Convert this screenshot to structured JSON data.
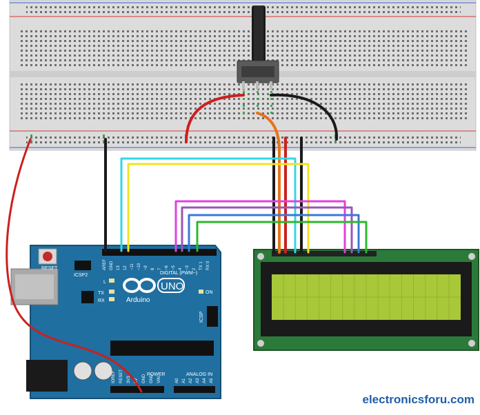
{
  "arduino": {
    "reset_label": "RESET",
    "icsp2_label": "ICSP2",
    "led_l": "L",
    "tx": "TX",
    "rx": "RX",
    "brand": "Arduino",
    "model": "UNO",
    "on_label": "ON",
    "digital_label": "DIGITAL (PWM~)",
    "icsp_label": "ICSP",
    "power_label": "POWER",
    "analog_label": "ANALOG IN",
    "top_pins": [
      "AREF",
      "GND",
      "13",
      "12",
      "~11",
      "~10",
      "~9",
      "8",
      "7",
      "~6",
      "~5",
      "4",
      "~3",
      "2",
      "TX 1",
      "RX 0"
    ],
    "power_pins": [
      "IOREF",
      "RESET",
      "3V3",
      "5V",
      "GND",
      "GND",
      "VIN"
    ],
    "analog_pins": [
      "A0",
      "A1",
      "A2",
      "A3",
      "A4",
      "A5"
    ]
  },
  "colors": {
    "board": "#1f6fa0",
    "lcd_screen": "#a8c83a",
    "wire_red": "#cc1f1f",
    "wire_black": "#1a1a1a",
    "wire_orange": "#e8731a",
    "wire_cyan": "#33d6e6",
    "wire_yellow": "#f2e320",
    "wire_magenta": "#e040e0",
    "wire_purple": "#9a55b8",
    "wire_blue": "#3a78d8",
    "wire_green": "#2cb82c"
  },
  "watermark": "electronicsforu.com"
}
